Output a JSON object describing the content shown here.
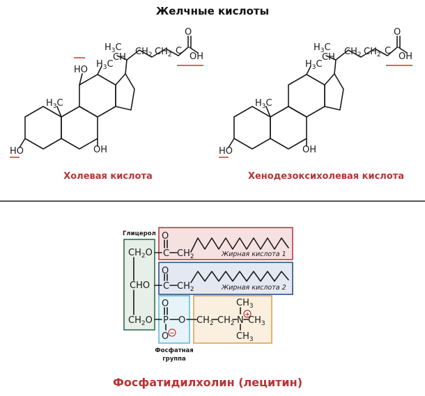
{
  "header": {
    "title": "Желчные кислоты"
  },
  "bile_acids": {
    "left_name": "Холевая кислота",
    "right_name": "Хенодезоксихолевая кислота",
    "atoms": {
      "ho": "HO",
      "oh": "OH",
      "h3c": "H",
      "h3c_sub": "3",
      "h3c_tail": "C",
      "ch": "CH",
      "ch2": "CH",
      "ch2_sub": "2",
      "c": "C",
      "o": "O"
    }
  },
  "lecithin": {
    "title": "Фосфатидилхолин (лецитин)",
    "glycerol_label": "Глицерол",
    "phosphate_label_1": "Фосфатная",
    "phosphate_label_2": "группа",
    "fatty_acid_1": "Жирная кислота 1",
    "fatty_acid_2": "Жирная кислота 2",
    "atoms": {
      "ch2o": "CH",
      "ch2o_sub": "2",
      "ch2o_tail": "O",
      "cho": "CHO",
      "o": "O",
      "c": "C",
      "ch2": "CH",
      "ch2_sub": "2",
      "p": "P",
      "n": "N",
      "ch3": "CH",
      "ch3_sub": "3",
      "dash": "–",
      "plus": "+",
      "minus": "−"
    }
  },
  "colors": {
    "accent_red": "#b83236",
    "glycerol_box": "#2e6e4f",
    "glycerol_fill": "#e7efe9",
    "fa1_box": "#b04046",
    "fa1_fill": "#f6e1e1",
    "fa2_box": "#2d4f8a",
    "fa2_fill": "#e3e8f3",
    "phosphate_box": "#63b8d8",
    "phosphate_fill": "#e6f4fa",
    "choline_box": "#e0a24a",
    "choline_fill": "#fbf0df"
  }
}
